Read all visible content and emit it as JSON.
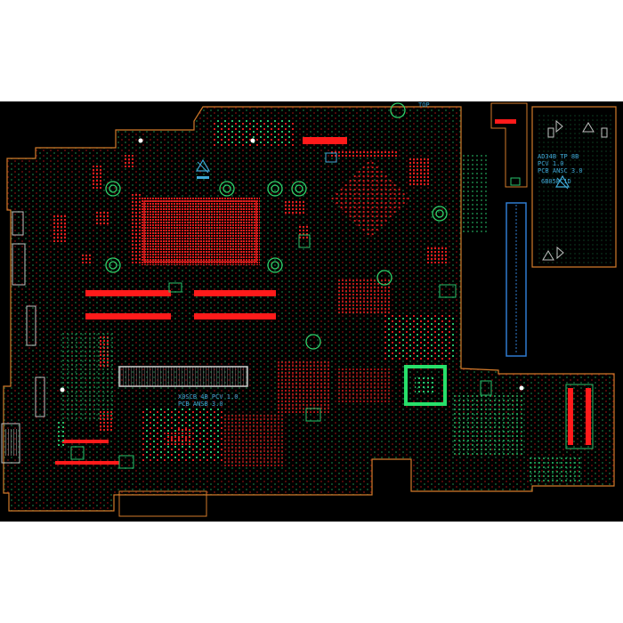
{
  "board": {
    "main_silkscreen_line1": "X0SCB 4B PCV 1.0",
    "main_silkscreen_line2": "PCB ANSB 3.0",
    "io_silkscreen_line1": "AD34B TP 8B",
    "io_silkscreen_line2": "PCV 1.0",
    "io_silkscreen_line3": "PCB ANSC 3.0",
    "io_silkscreen_line4": "6B05BC1D",
    "top_label": "TOP"
  },
  "colors": {
    "background": "#000000",
    "outline": "#d27a2a",
    "top_layer": "#e01c1c",
    "bottom_layer": "#27c26a",
    "silkscreen": "#3fa9d8",
    "connector_outline": "#bfbfbf",
    "mounting_hole": "#2fd36b"
  },
  "icons": {
    "mounting_hole": "mounting-hole-icon",
    "esd_warning": "esd-warning-icon",
    "recycle": "recycle-mark-icon",
    "arrow": "alignment-arrow-icon"
  }
}
